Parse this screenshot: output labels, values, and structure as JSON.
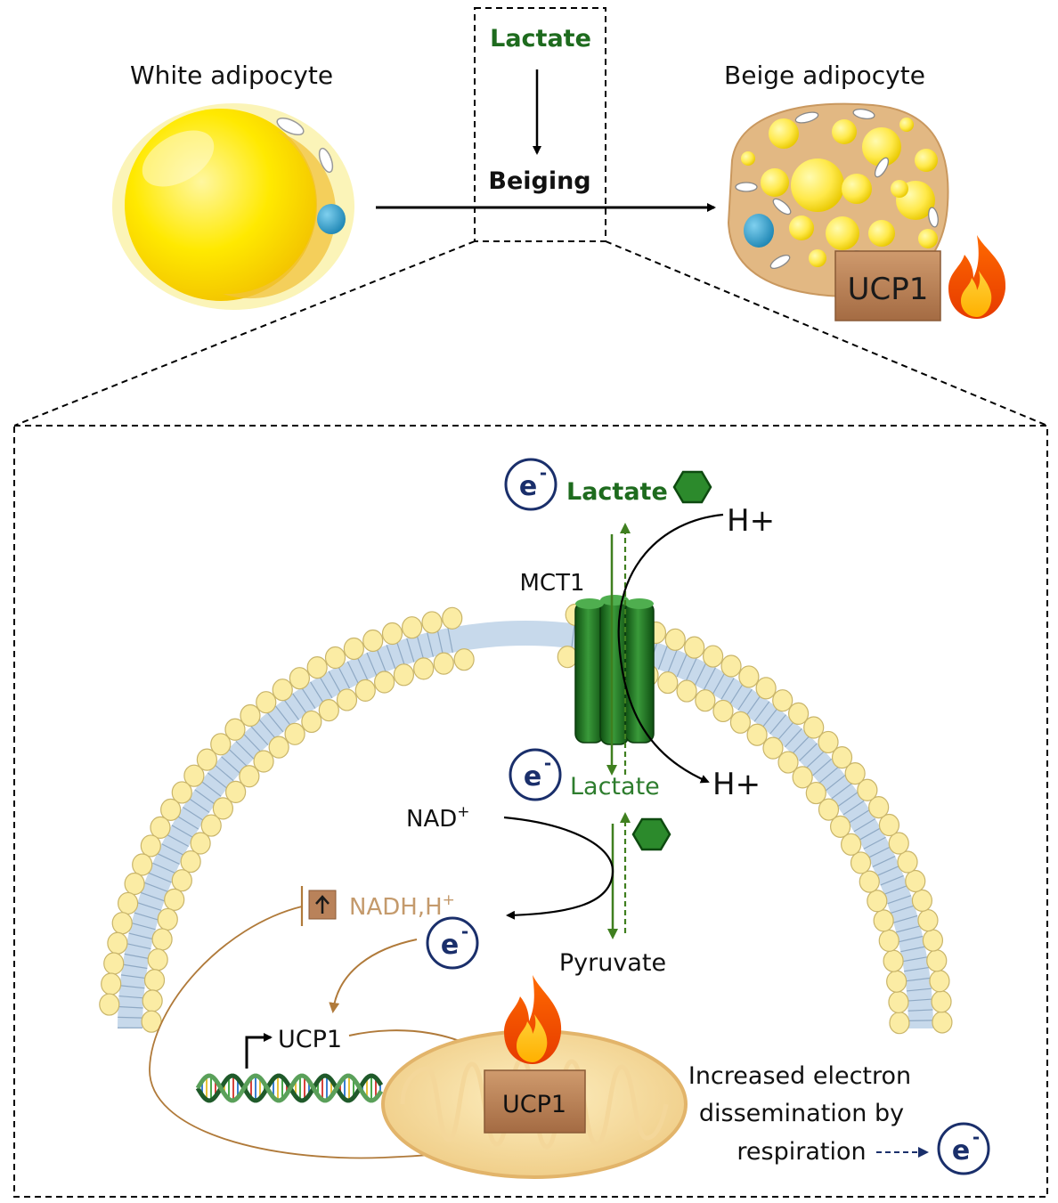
{
  "top": {
    "white_label": "White adipocyte",
    "beige_label": "Beige adipocyte",
    "lactate": "Lactate",
    "beiging": "Beiging",
    "ucp1_box": "UCP1"
  },
  "detail": {
    "electron": "e",
    "electron_sup": "-",
    "lactate_out": "Lactate",
    "h_plus_out": "H+",
    "mct1": "MCT1",
    "lactate_in": "Lactate",
    "h_plus_in": "H+",
    "nad": "NAD",
    "nad_sup": "+",
    "nadh": "NADH,H",
    "nadh_sup": "+",
    "pyruvate": "Pyruvate",
    "ucp1_gene": "UCP1",
    "ucp1_mito": "UCP1",
    "respiration_line1": "Increased electron",
    "respiration_line2": "dissemination by",
    "respiration_line3": "respiration"
  },
  "colors": {
    "lactate_green": "#1e6b1e",
    "transporter_green": "#2a7a2a",
    "arrow_green": "#3f7f1f",
    "brown_arrow": "#b07a3a",
    "nadh_text": "#c49a6c",
    "electron_ring": "#1a2f6b",
    "ucp1_box": "#b9825a",
    "lipid_head": "#fbeca4",
    "tail_blue": "#b9cfe6",
    "beige_cell": "#e2b883",
    "white_cell_fat": "#ffe900"
  }
}
